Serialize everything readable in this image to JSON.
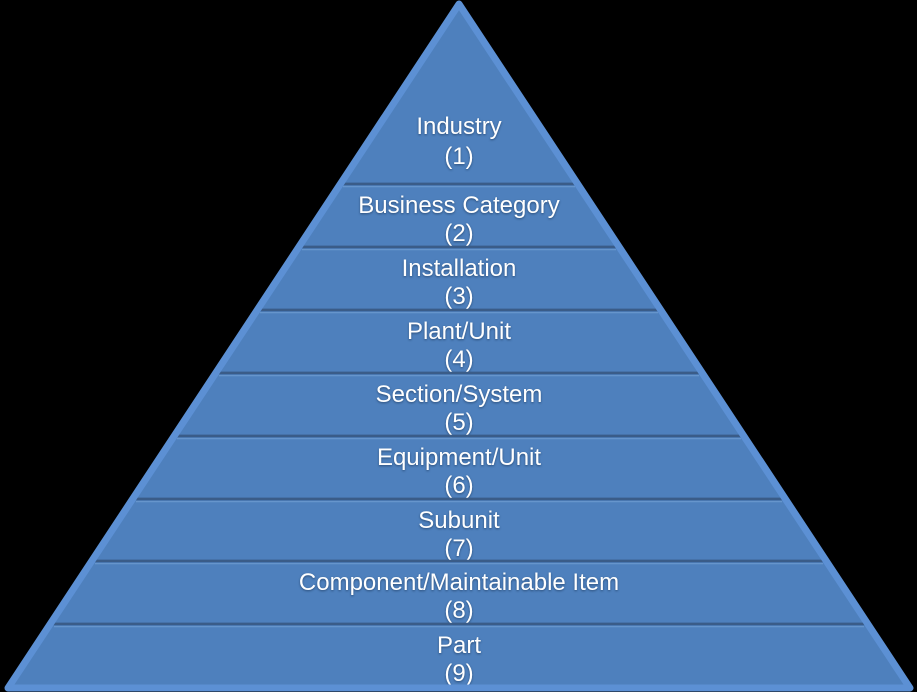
{
  "background_color": "#000000",
  "pyramid": {
    "fill_color": "#4E80BD",
    "divider_color": "#3A5C88",
    "outline_color": "#5C90D4",
    "highlight_color": "#6B99CF",
    "text_color": "#FFFFFF",
    "levels": [
      {
        "label": "Industry",
        "number": "(1)"
      },
      {
        "label": "Business Category",
        "number": "(2)"
      },
      {
        "label": "Installation",
        "number": "(3)"
      },
      {
        "label": "Plant/Unit",
        "number": "(4)"
      },
      {
        "label": "Section/System",
        "number": "(5)"
      },
      {
        "label": "Equipment/Unit",
        "number": "(6)"
      },
      {
        "label": "Subunit",
        "number": "(7)"
      },
      {
        "label": "Component/Maintainable Item",
        "number": "(8)"
      },
      {
        "label": "Part",
        "number": "(9)"
      }
    ]
  }
}
